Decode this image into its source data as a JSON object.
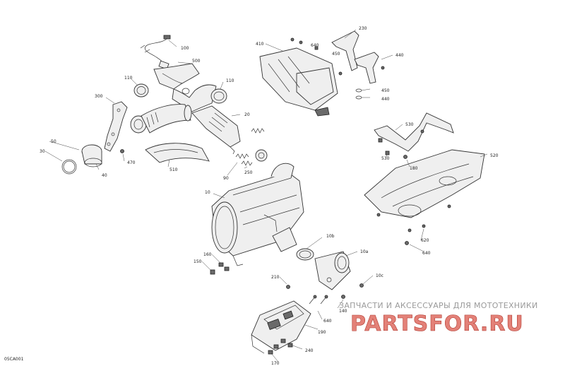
{
  "diagram_code": "05CA001",
  "watermark": {
    "caption": "ЗАПЧАСТИ И АКСЕССУАРЫ ДЛЯ МОТОТЕХНИКИ",
    "brand": "PARTSFOR.RU"
  },
  "callouts": {
    "c100": "100",
    "c500": "500",
    "c110a": "110",
    "c110b": "110",
    "c300": "300",
    "c20": "20",
    "c50": "50",
    "c30": "30",
    "c40": "40",
    "c470": "470",
    "c510": "510",
    "c90": "90",
    "c250": "250",
    "c410": "410",
    "c230": "230",
    "c640a": "640",
    "c450a": "450",
    "c440a": "440",
    "c450b": "450",
    "c440b": "440",
    "c530": "530",
    "c520": "520",
    "c530b": "530",
    "c180": "180",
    "c10": "10",
    "c10b": "10b",
    "c10a": "10a",
    "c10c": "10c",
    "c160": "160",
    "c150": "150",
    "c620": "620",
    "c640b": "640",
    "c210": "210",
    "c140": "140",
    "c640c": "640",
    "c190": "190",
    "c240": "240",
    "c170": "170"
  }
}
